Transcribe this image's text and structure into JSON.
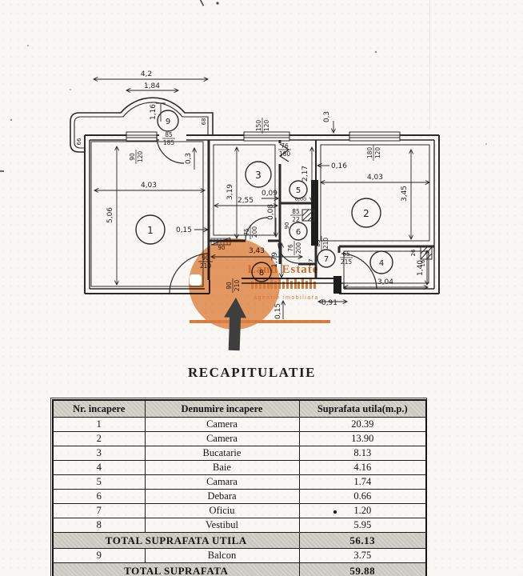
{
  "page": {
    "heading": "RECAPITULATIE"
  },
  "watermark": {
    "brand": "Land Estate",
    "subtitle": "agentie imobiliara",
    "blob_color": "#eb9d66",
    "accent_color": "#df8145",
    "text_color": "#d96b2b"
  },
  "plan": {
    "rooms": {
      "r1": "1",
      "r2": "2",
      "r3": "3",
      "r4": "4",
      "r5": "5",
      "r6": "6",
      "r7": "7",
      "r8": "8",
      "r9": "9"
    },
    "dims": {
      "top_w": "4,2",
      "balc_w": "1,84",
      "balc_d": "1,16",
      "r1_w": "4,03",
      "r1_h": "5,06",
      "r1_door": "0,15",
      "r3_w": "2,55",
      "r3_h": "3,19",
      "o_09": "0,09",
      "o_00": "0,00",
      "cam_h": "2,17",
      "o_16": "0,16",
      "o_3l": "0,3",
      "o_3r": "0,3",
      "r2_w": "4,03",
      "r2_h": "3,45",
      "vest_w": "3,43",
      "vest_h": "1,79",
      "o_08": "0,08",
      "baie_w": "3,04",
      "baie_h": "1,40",
      "o_91": "0,91",
      "o_15b": "0,15"
    },
    "openings": {
      "balc_door": [
        "85",
        "185"
      ],
      "win_a": [
        "90",
        "120"
      ],
      "win_b": [
        "150",
        "120"
      ],
      "win_c": [
        "180",
        "120"
      ],
      "door_b": [
        "76",
        "180"
      ],
      "door_h": [
        "75",
        "200"
      ],
      "door_d": [
        "76",
        "200"
      ],
      "door_o": [
        "85",
        "210"
      ],
      "door_of": [
        "65",
        "215"
      ],
      "shaft": [
        "85",
        "22"
      ],
      "entry_a": [
        "90",
        "210"
      ],
      "entry_b": [
        "90",
        "210"
      ]
    },
    "small": {
      "s66": "66",
      "s68": "68",
      "s90a": "90",
      "s90b": "90",
      "s97": "97",
      "s26": "26",
      "s16": "16"
    }
  },
  "table": {
    "headers": [
      "Nr. incapere",
      "Denumire incapere",
      "Suprafata utila(m.p.)"
    ],
    "rows": [
      {
        "nr": "1",
        "name": "Camera",
        "area": "20.39"
      },
      {
        "nr": "2",
        "name": "Camera",
        "area": "13.90"
      },
      {
        "nr": "3",
        "name": "Bucatarie",
        "area": "8.13"
      },
      {
        "nr": "4",
        "name": "Baie",
        "area": "4.16"
      },
      {
        "nr": "5",
        "name": "Camara",
        "area": "1.74"
      },
      {
        "nr": "6",
        "name": "Debara",
        "area": "0.66"
      },
      {
        "nr": "7",
        "name": "Oficiu",
        "area": "1.20"
      },
      {
        "nr": "8",
        "name": "Vestibul",
        "area": "5.95"
      }
    ],
    "total_utila": {
      "label": "TOTAL SUPRAFATA UTILA",
      "value": "56.13"
    },
    "balcony_row": {
      "nr": "9",
      "name": "Balcon",
      "area": "3.75"
    },
    "total": {
      "label": "TOTAL SUPRAFATA",
      "value": "59.88"
    }
  }
}
